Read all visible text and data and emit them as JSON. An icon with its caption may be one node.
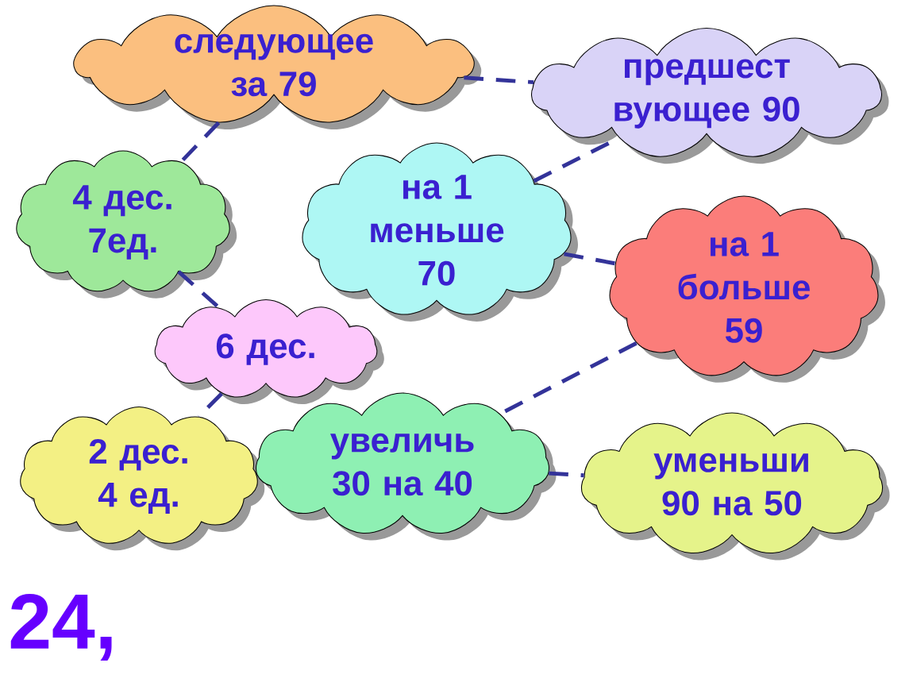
{
  "diagram": {
    "nodes": [
      {
        "text": [
          "следующее за 79"
        ]
      },
      {
        "text": [
          "предшест вующее 90"
        ]
      },
      {
        "text": [
          "4 дес. 7ед."
        ]
      },
      {
        "text": [
          "на 1 меньше 70"
        ]
      },
      {
        "text": [
          "на 1 больше 59"
        ]
      },
      {
        "text": [
          "6 дес."
        ]
      },
      {
        "text": [
          "2 дес. 4 ед."
        ]
      },
      {
        "text": [
          "увеличь 30 на 40"
        ]
      },
      {
        "text": [
          "уменьши 90 на 50"
        ]
      }
    ],
    "edges": [
      {
        "from": 0,
        "to": 1,
        "arrow": "none"
      },
      {
        "from": 0,
        "to": 2,
        "arrow": "none"
      },
      {
        "from": 3,
        "to": 1,
        "arrow": "none"
      },
      {
        "from": 3,
        "to": 4,
        "arrow": "none"
      },
      {
        "from": 2,
        "to": 5,
        "arrow": "none"
      },
      {
        "from": 5,
        "to": 6,
        "arrow": "none"
      },
      {
        "from": 4,
        "to": 7,
        "arrow": "none"
      },
      {
        "from": 7,
        "to": 8,
        "arrow": "none"
      }
    ],
    "labels": [
      "24,"
    ]
  }
}
